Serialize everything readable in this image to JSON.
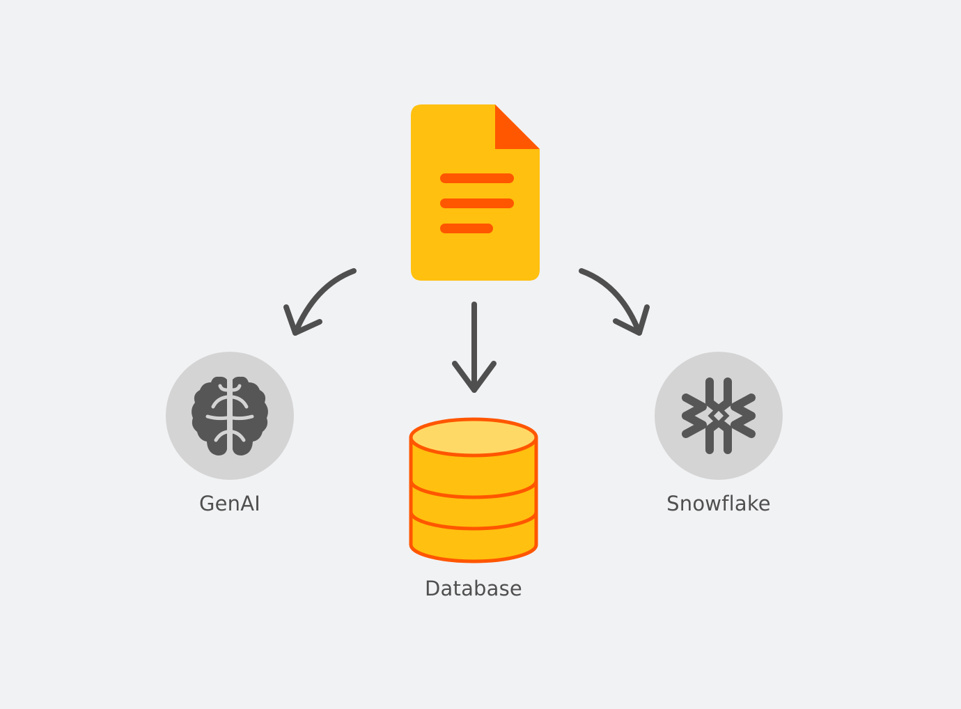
{
  "source": {
    "icon": "document-icon",
    "colors": {
      "body": "#ffc00f",
      "accent": "#ff5600"
    }
  },
  "targets": [
    {
      "label": "GenAI",
      "icon": "brain-icon",
      "badge_color": "#d4d4d4",
      "icon_color": "#565656"
    },
    {
      "label": "Database",
      "icon": "database-icon",
      "colors": {
        "fill": "#ffc00f",
        "top": "#ffd966",
        "stroke": "#ff5600"
      }
    },
    {
      "label": "Snowflake",
      "icon": "snowflake-icon",
      "badge_color": "#d4d4d4",
      "icon_color": "#565656"
    }
  ],
  "arrow_color": "#4f4f4f"
}
